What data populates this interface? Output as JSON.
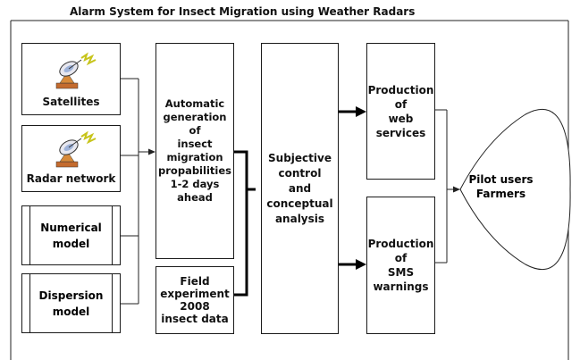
{
  "title": "Alarm System for Insect Migration using Weather Radars",
  "inputs": {
    "satellites": "Satellites",
    "radar_network": "Radar network",
    "numerical_model": "Numerical\nmodel",
    "dispersion_model": "Dispersion\nmodel"
  },
  "process": {
    "automatic": "Automatic\ngeneration\nof\ninsect\nmigration\npropabilities\n1-2 days\nahead",
    "field": "Field\nexperiment\n2008\ninsect data",
    "subjective": "Subjective\ncontrol\nand\nconceptual\nanalysis"
  },
  "outputs": {
    "web": "Production\nof\nweb\nservices",
    "sms": "Production\nof\nSMS\nwarnings"
  },
  "users": "Pilot users\nFarmers"
}
